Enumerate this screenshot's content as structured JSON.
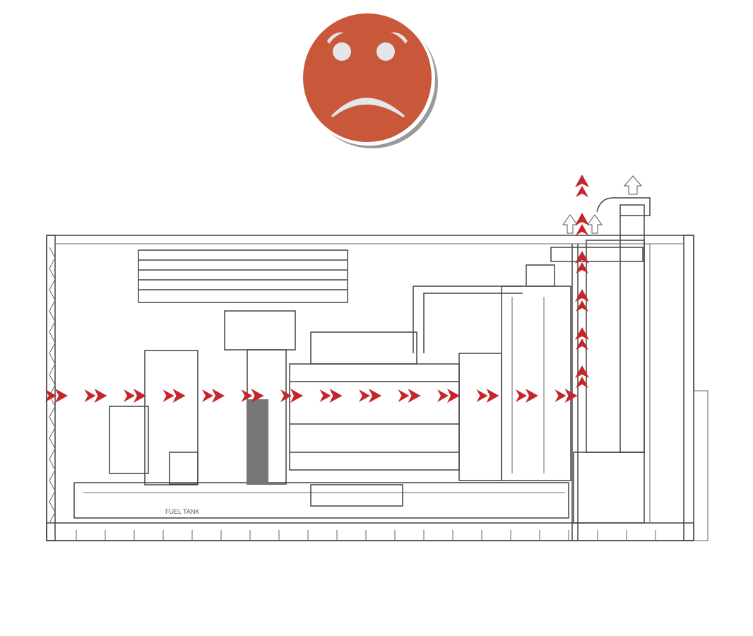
{
  "diagram": {
    "label_fuel_tank": "FUEL TANK",
    "face_icon": "sad-face-icon",
    "colors": {
      "face": "#c9573a",
      "face_features": "#e4e6ea",
      "arrow": "#c4262a",
      "panel": "#efefea",
      "line": "#444444"
    },
    "airflow": {
      "horizontal_arrows": 14,
      "vertical_arrows": 6
    }
  }
}
